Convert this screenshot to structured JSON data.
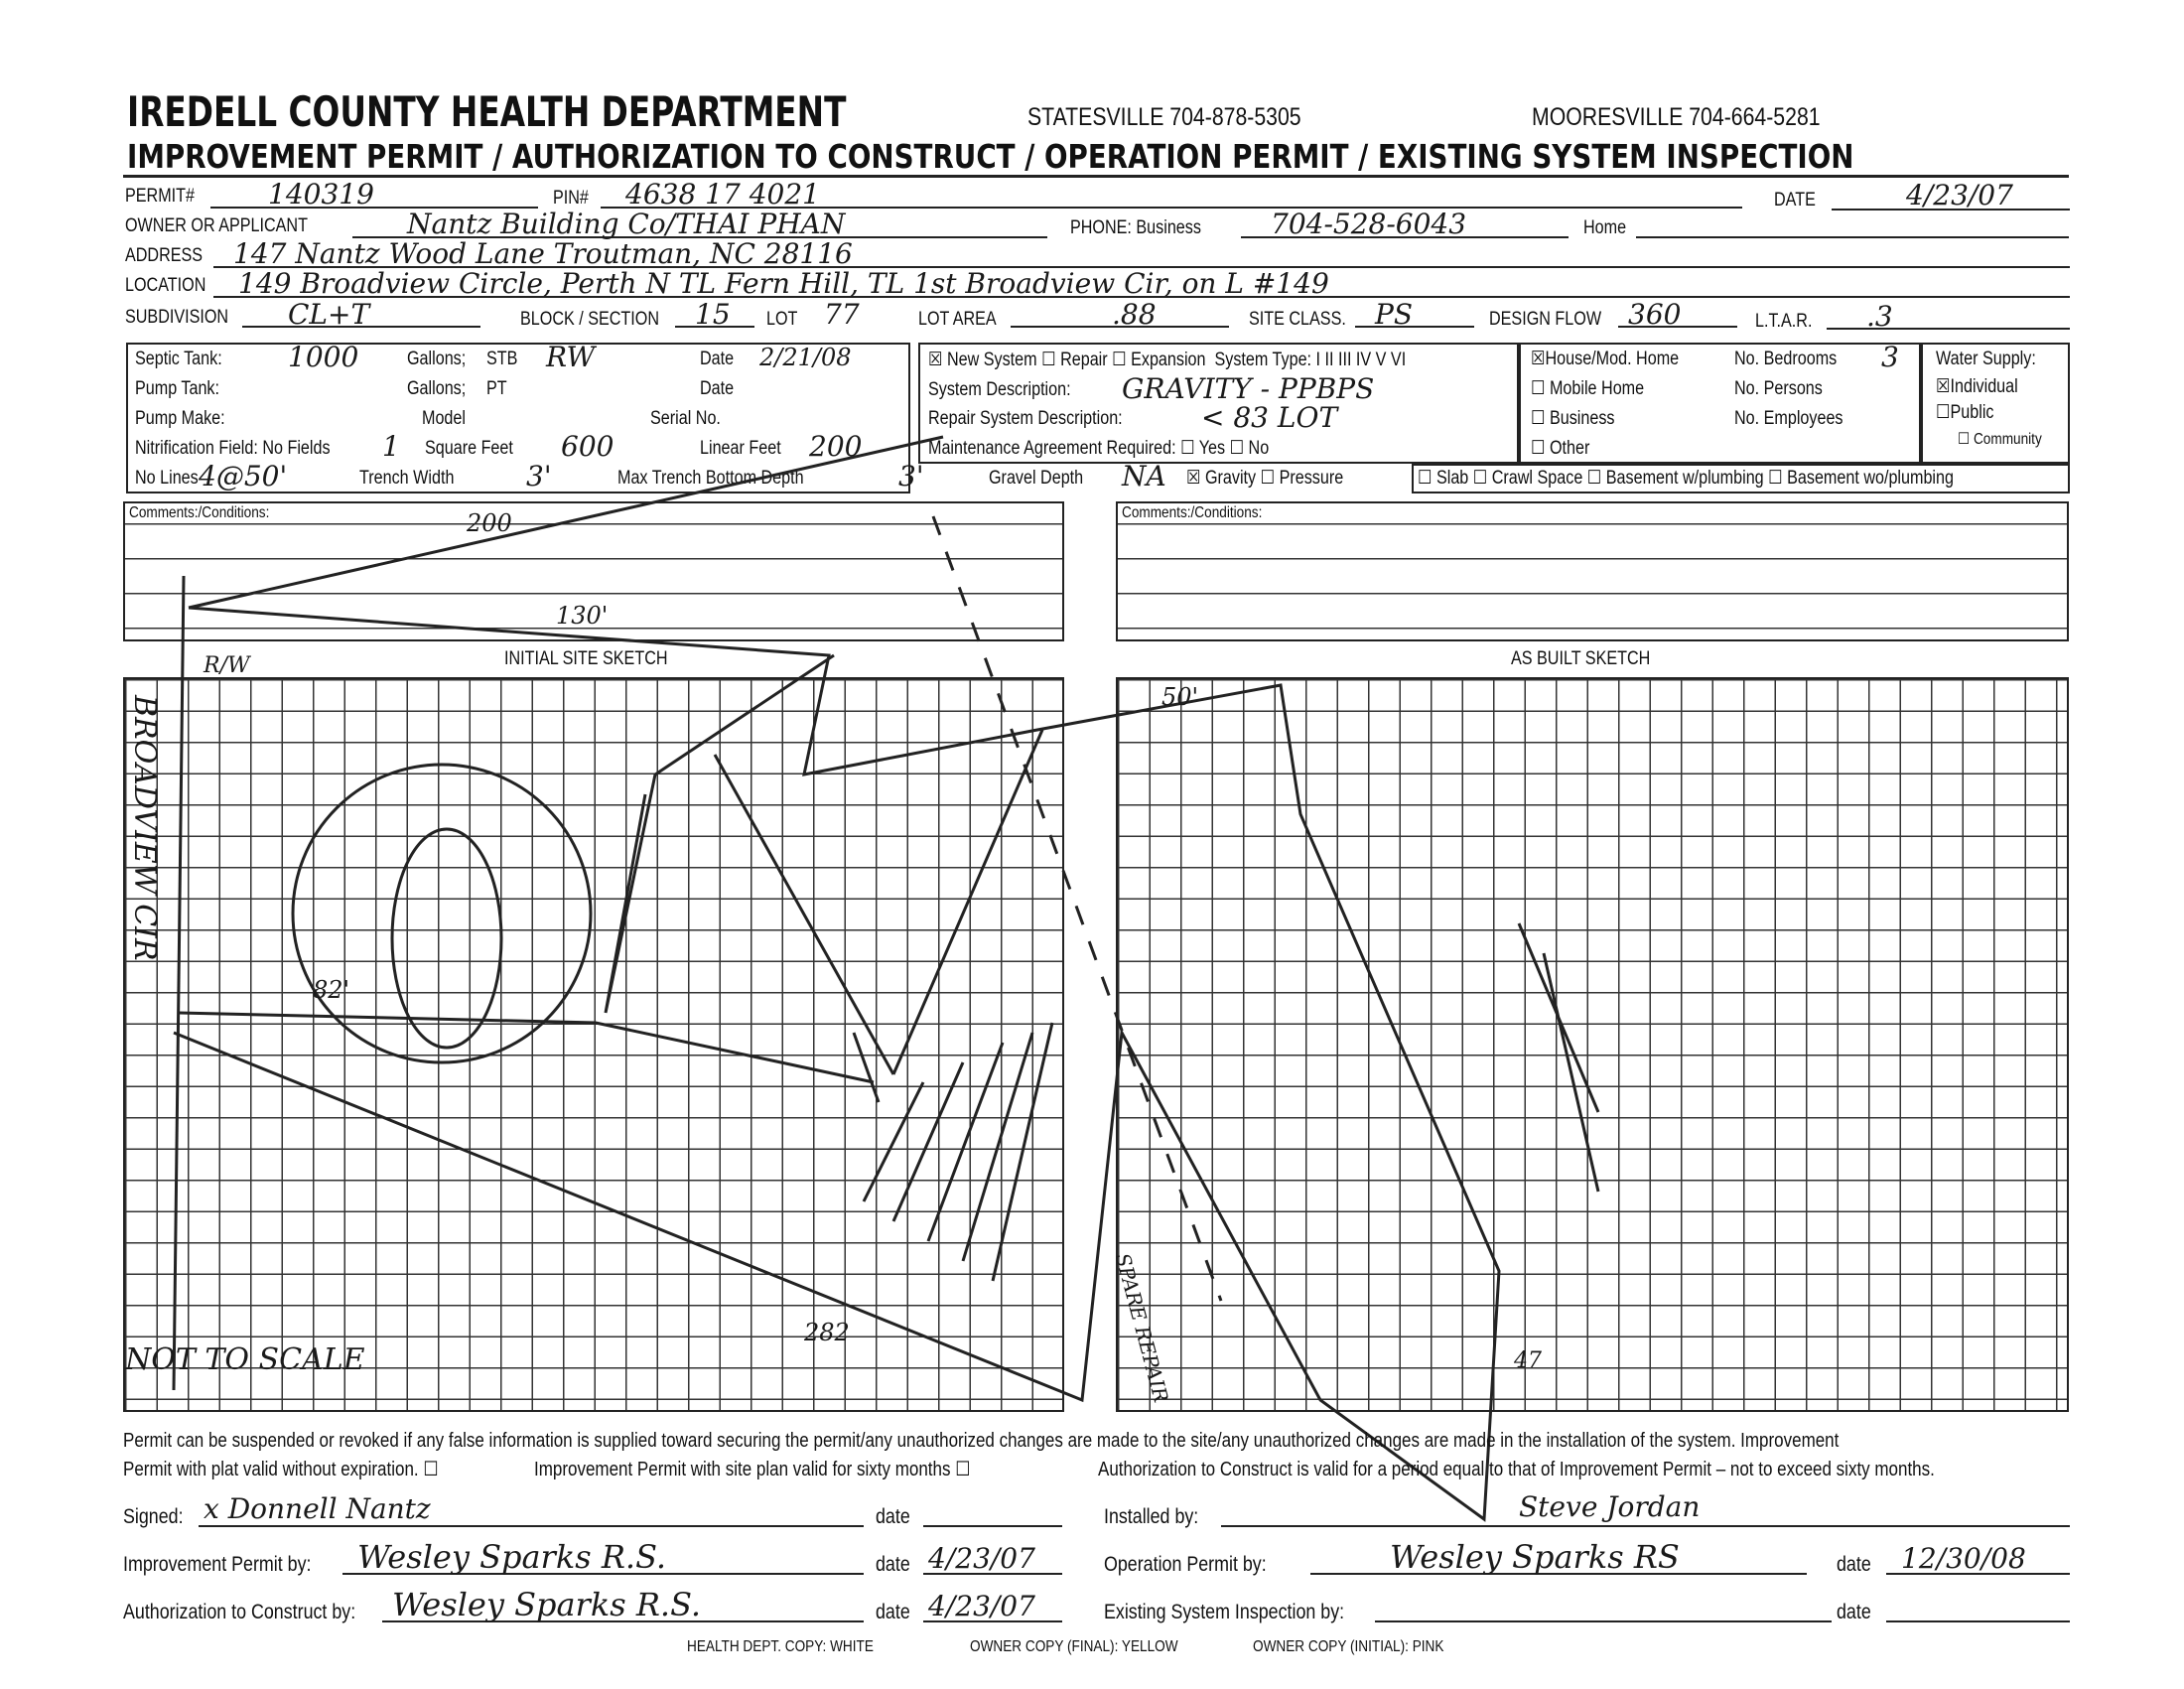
{
  "header": {
    "title": "IREDELL COUNTY HEALTH DEPARTMENT",
    "statesville": "STATESVILLE 704-878-5305",
    "mooresville": "MOORESVILLE 704-664-5281",
    "subtitle": "IMPROVEMENT PERMIT / AUTHORIZATION TO CONSTRUCT / OPERATION PERMIT / EXISTING SYSTEM INSPECTION"
  },
  "fields": {
    "permit_label": "PERMIT#",
    "permit": "140319",
    "pin_label": "PIN#",
    "pin": "4638 17 4021",
    "date_label": "DATE",
    "date": "4/23/07",
    "owner_label": "OWNER OR APPLICANT",
    "owner": "Nantz Building Co/THAI PHAN",
    "phone_label": "PHONE: Business",
    "phone": "704-528-6043",
    "home_label": "Home",
    "address_label": "ADDRESS",
    "address": "147 Nantz Wood Lane Troutman, NC 28116",
    "location_label": "LOCATION",
    "location": "149 Broadview Circle, Perth N TL Fern Hill, TL 1st Broadview Cir, on L #149",
    "subdivision_label": "SUBDIVISION",
    "subdivision": "CL+T",
    "block_label": "BLOCK / SECTION",
    "block": "15",
    "lot_label": "LOT",
    "lot": "77",
    "lot_area_label": "LOT AREA",
    "lot_area": ".88",
    "site_class_label": "SITE CLASS.",
    "site_class": "PS",
    "design_flow_label": "DESIGN FLOW",
    "design_flow": "360",
    "ltar_label": "L.T.A.R.",
    "ltar": ".3"
  },
  "tank": {
    "septic_label": "Septic Tank:",
    "septic": "1000",
    "gallons": "Gallons;",
    "stb_label": "STB",
    "stb": "RW",
    "date_label": "Date",
    "date": "2/21/08",
    "pump_label": "Pump Tank:",
    "pt_label": "PT",
    "pump_make_label": "Pump Make:",
    "model_label": "Model",
    "serial_label": "Serial No.",
    "nitr_label": "Nitrification Field: No Fields",
    "fields": "1",
    "sqft_label": "Square Feet",
    "sqft": "600",
    "linear_label": "Linear Feet",
    "linear": "200",
    "lines_label": "No Lines",
    "lines": "4@50'",
    "trench_label": "Trench Width",
    "trench": "3'",
    "max_label": "Max Trench Bottom Depth",
    "max": "3'",
    "gravel_label": "Gravel Depth",
    "gravel": "NA"
  },
  "system": {
    "new": "New System",
    "repair": "Repair",
    "expansion": "Expansion",
    "type_label": "System Type: I II III IV V VI",
    "desc_label": "System Description:",
    "desc": "GRAVITY - PPBPS",
    "repair_desc_label": "Repair System Description:",
    "repair_desc": "< 83 LOT",
    "maint_label": "Maintenance Agreement Required:",
    "yes": "Yes",
    "no": "No",
    "gravity": "Gravity",
    "pressure": "Pressure"
  },
  "building": {
    "house": "House/Mod. Home",
    "mobile": "Mobile Home",
    "business": "Business",
    "other": "Other",
    "bedrooms_label": "No. Bedrooms",
    "bedrooms": "3",
    "persons_label": "No. Persons",
    "employees_label": "No. Employees",
    "slab": "Slab",
    "crawl": "Crawl Space",
    "bsmt_w": "Basement w/plumbing",
    "bsmt_wo": "Basement wo/plumbing"
  },
  "water": {
    "label": "Water Supply:",
    "individual": "Individual",
    "public": "Public",
    "community": "Community"
  },
  "comments": {
    "left": "Comments:/Conditions:",
    "right": "Comments:/Conditions:"
  },
  "sketch": {
    "initial": "INITIAL SITE SKETCH",
    "asbuilt": "AS BUILT SKETCH",
    "street": "BROADVIEW CIR",
    "rw": "R/W",
    "d200": "200",
    "d130": "130'",
    "d82": "82'",
    "d282": "282",
    "d50": "50'",
    "not_to_scale": "NOT TO SCALE",
    "repair": "SPARE REPAIR",
    "d47": "47"
  },
  "footer": {
    "notice": "Permit can be suspended or revoked if any false information is supplied toward securing the permit/any unauthorized changes are made to the site/any unauthorized changes are made in the installation of the system. Improvement",
    "plat": "Permit with plat valid without expiration.",
    "siteplan": "Improvement Permit with site plan valid for sixty months",
    "atc": "Authorization to Construct is valid for a period equal to that of Improvement Permit – not to exceed sixty months.",
    "signed_label": "Signed:",
    "signed": "x Donnell Nantz",
    "date_label": "date",
    "installed_label": "Installed by:",
    "installed": "Steve Jordan",
    "ip_label": "Improvement Permit by:",
    "ip": "Wesley Sparks R.S.",
    "ip_date": "4/23/07",
    "op_label": "Operation Permit by:",
    "op": "Wesley Sparks RS",
    "op_date": "12/30/08",
    "atc_label": "Authorization to Construct by:",
    "atc_by": "Wesley Sparks R.S.",
    "atc_date": "4/23/07",
    "esi_label": "Existing System Inspection by:",
    "copy_white": "HEALTH DEPT. COPY: WHITE",
    "copy_yellow": "OWNER COPY (FINAL): YELLOW",
    "copy_pink": "OWNER COPY (INITIAL): PINK"
  }
}
